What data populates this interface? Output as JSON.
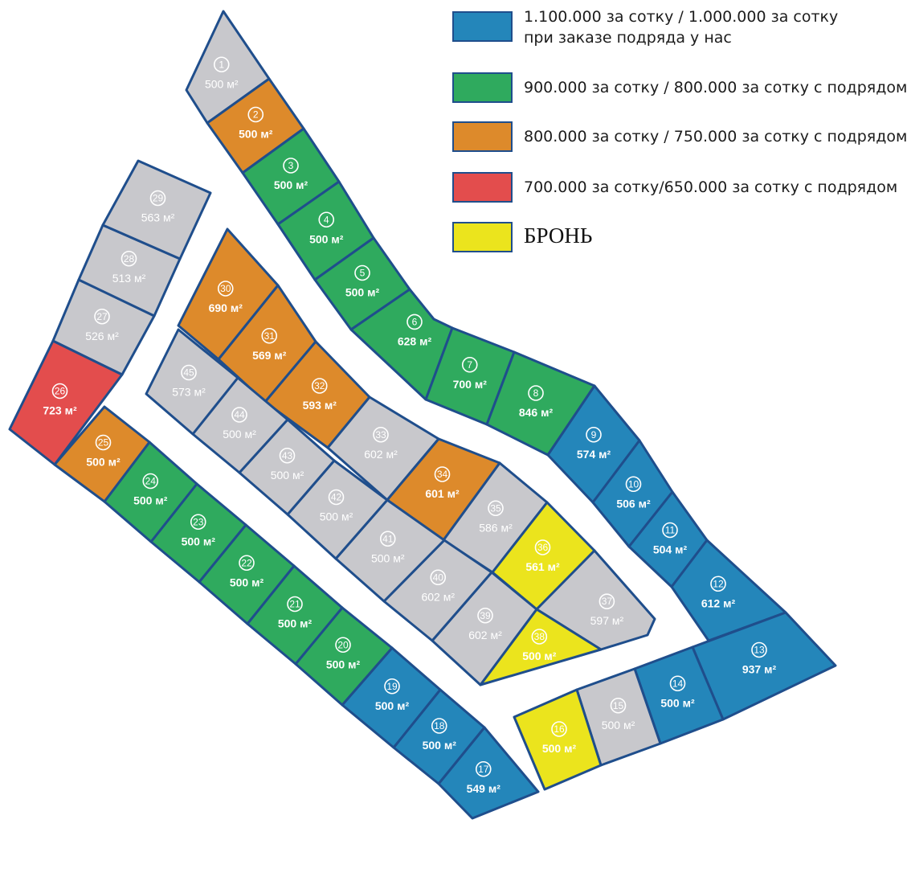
{
  "colors": {
    "blue": "#2486ba",
    "green": "#2faa5e",
    "orange": "#dd8a2b",
    "red": "#e34d4d",
    "yellow": "#ebe41d",
    "gray": "#c8c8cc",
    "border": "#1f4e8c"
  },
  "legend": [
    {
      "color_key": "blue",
      "line1": "1.100.000 за сотку / 1.000.000 за сотку",
      "line2": "при заказе подряда у нас"
    },
    {
      "color_key": "green",
      "line1": "900.000 за сотку / 800.000 за сотку с подрядом",
      "line2": ""
    },
    {
      "color_key": "orange",
      "line1": "800.000 за сотку / 750.000 за сотку с подрядом",
      "line2": ""
    },
    {
      "color_key": "red",
      "line1": "700.000 за сотку/650.000 за сотку с подрядом",
      "line2": ""
    },
    {
      "color_key": "yellow",
      "line1": "БРОНЬ",
      "line2": ""
    }
  ],
  "plots": [
    {
      "number": "1",
      "area": "500 м²",
      "status": "gray"
    },
    {
      "number": "2",
      "area": "500 м²",
      "status": "orange"
    },
    {
      "number": "3",
      "area": "500 м²",
      "status": "green"
    },
    {
      "number": "4",
      "area": "500 м²",
      "status": "green"
    },
    {
      "number": "5",
      "area": "500 м²",
      "status": "green"
    },
    {
      "number": "6",
      "area": "628 м²",
      "status": "green"
    },
    {
      "number": "7",
      "area": "700 м²",
      "status": "green"
    },
    {
      "number": "8",
      "area": "846 м²",
      "status": "green"
    },
    {
      "number": "9",
      "area": "574 м²",
      "status": "blue"
    },
    {
      "number": "10",
      "area": "506 м²",
      "status": "blue"
    },
    {
      "number": "11",
      "area": "504 м²",
      "status": "blue"
    },
    {
      "number": "12",
      "area": "612 м²",
      "status": "blue"
    },
    {
      "number": "13",
      "area": "937 м²",
      "status": "blue"
    },
    {
      "number": "14",
      "area": "500 м²",
      "status": "blue"
    },
    {
      "number": "15",
      "area": "500 м²",
      "status": "gray"
    },
    {
      "number": "16",
      "area": "500 м²",
      "status": "yellow"
    },
    {
      "number": "17",
      "area": "549 м²",
      "status": "blue"
    },
    {
      "number": "18",
      "area": "500 м²",
      "status": "blue"
    },
    {
      "number": "19",
      "area": "500 м²",
      "status": "blue"
    },
    {
      "number": "20",
      "area": "500 м²",
      "status": "green"
    },
    {
      "number": "21",
      "area": "500 м²",
      "status": "green"
    },
    {
      "number": "22",
      "area": "500 м²",
      "status": "green"
    },
    {
      "number": "23",
      "area": "500 м²",
      "status": "green"
    },
    {
      "number": "24",
      "area": "500 м²",
      "status": "green"
    },
    {
      "number": "25",
      "area": "500 м²",
      "status": "orange"
    },
    {
      "number": "26",
      "area": "723 м²",
      "status": "red"
    },
    {
      "number": "27",
      "area": "526 м²",
      "status": "gray"
    },
    {
      "number": "28",
      "area": "513 м²",
      "status": "gray"
    },
    {
      "number": "29",
      "area": "563 м²",
      "status": "gray"
    },
    {
      "number": "30",
      "area": "690 м²",
      "status": "orange"
    },
    {
      "number": "31",
      "area": "569 м²",
      "status": "orange"
    },
    {
      "number": "32",
      "area": "593 м²",
      "status": "orange"
    },
    {
      "number": "33",
      "area": "602 м²",
      "status": "gray"
    },
    {
      "number": "34",
      "area": "601 м²",
      "status": "orange"
    },
    {
      "number": "35",
      "area": "586 м²",
      "status": "gray"
    },
    {
      "number": "36",
      "area": "561 м²",
      "status": "yellow"
    },
    {
      "number": "37",
      "area": "597 м²",
      "status": "gray"
    },
    {
      "number": "38",
      "area": "500 м²",
      "status": "yellow"
    },
    {
      "number": "39",
      "area": "602 м²",
      "status": "gray"
    },
    {
      "number": "40",
      "area": "602 м²",
      "status": "gray"
    },
    {
      "number": "41",
      "area": "500 м²",
      "status": "gray"
    },
    {
      "number": "42",
      "area": "500 м²",
      "status": "gray"
    },
    {
      "number": "43",
      "area": "500 м²",
      "status": "gray"
    },
    {
      "number": "44",
      "area": "500 м²",
      "status": "gray"
    },
    {
      "number": "45",
      "area": "573 м²",
      "status": "gray"
    }
  ]
}
